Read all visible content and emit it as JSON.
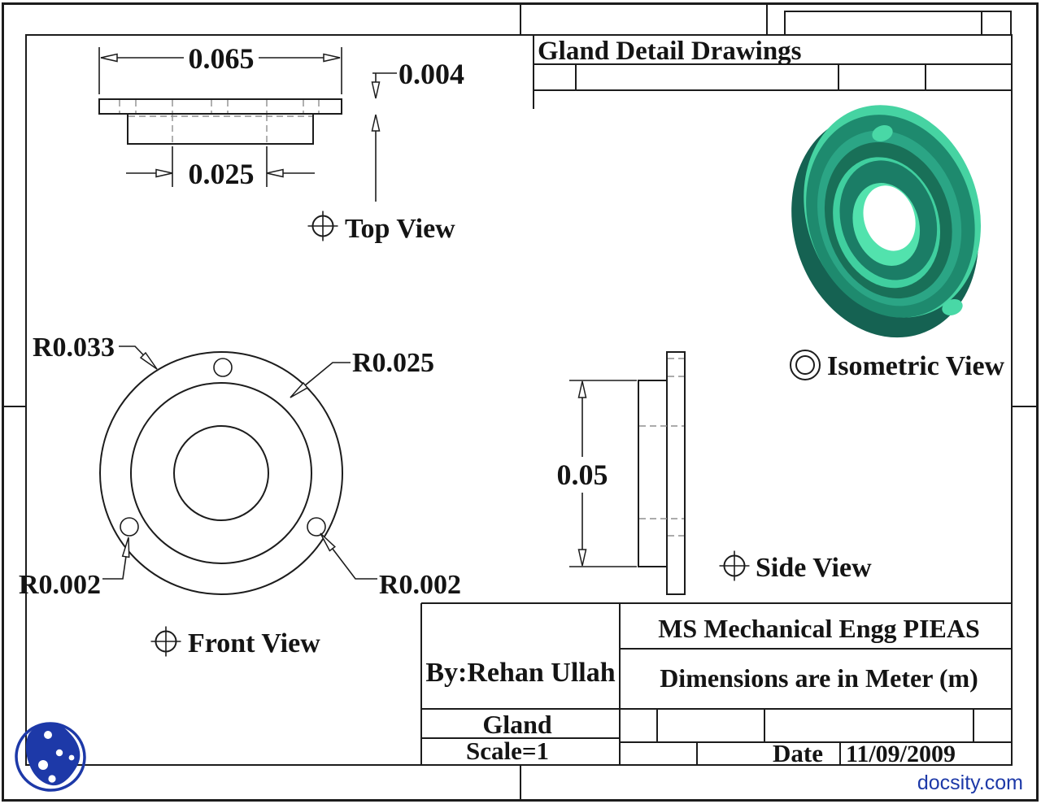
{
  "header": {
    "title": "Gland Detail Drawings"
  },
  "top_view": {
    "label": "Top View",
    "dim_width": "0.065",
    "dim_thickness": "0.004",
    "dim_boss": "0.025"
  },
  "front_view": {
    "label": "Front View",
    "dim_outer_radius": "R0.033",
    "dim_middle_radius": "R0.025",
    "dim_hole_left": "R0.002",
    "dim_hole_right": "R0.002"
  },
  "side_view": {
    "label": "Side View",
    "dim_height": "0.05"
  },
  "iso_view": {
    "label": "Isometric View"
  },
  "title_block": {
    "author": "By:Rehan Ullah",
    "organization": "MS Mechanical Engg PIEAS",
    "units_note": "Dimensions are in Meter (m)",
    "part_name": "Gland",
    "scale": "Scale=1",
    "date_label": "Date",
    "date_value": "11/09/2009"
  },
  "watermark": "docsity.com",
  "colors": {
    "line": "#1c1c1c",
    "accent_blue": "#1d39a8",
    "teal_dark": "#156252",
    "teal_mid": "#1e8a6e",
    "teal_light": "#46d3a2",
    "teal_bright": "#52e2ad"
  }
}
